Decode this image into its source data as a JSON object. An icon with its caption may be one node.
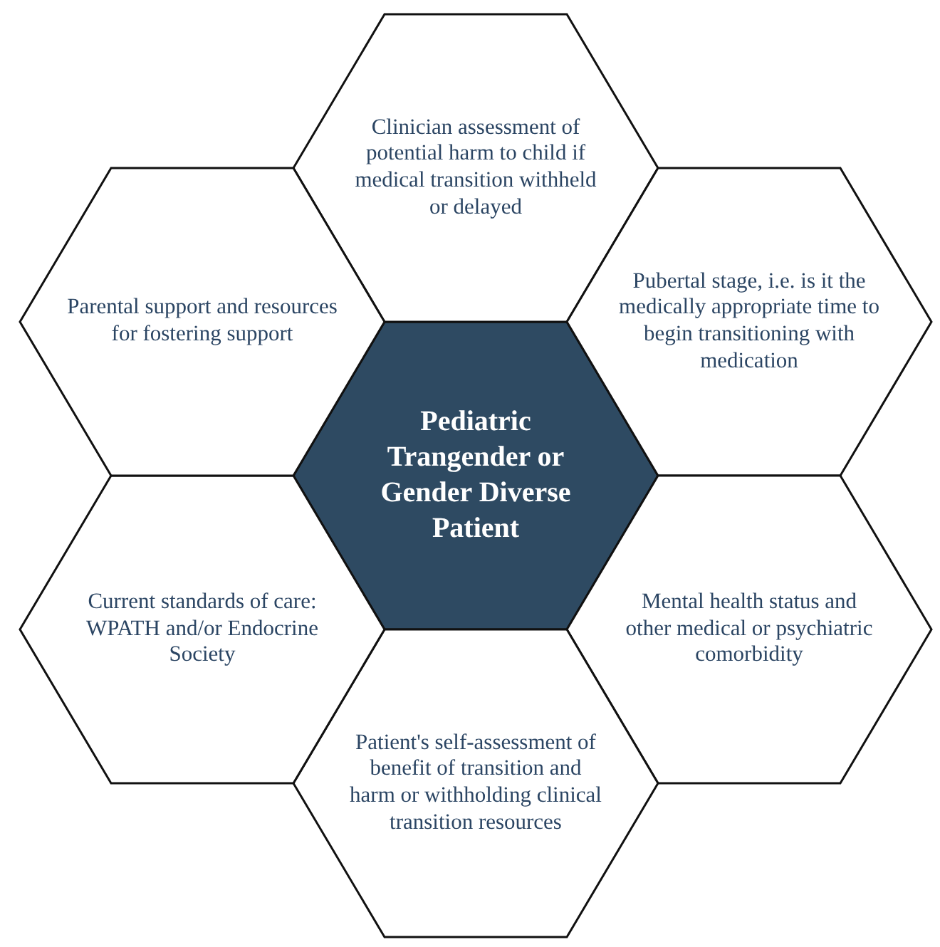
{
  "diagram": {
    "nodes": [
      {
        "text": [
          "Pediatric Trangender or Gender Diverse Patient"
        ]
      },
      {
        "text": [
          "Clinician assessment of potential harm to child if medical transition withheld or delayed"
        ]
      },
      {
        "text": [
          "Pubertal stage, i.e. is it the medically appropriate time to begin transitioning with medication"
        ]
      },
      {
        "text": [
          "Mental health status and other medical or psychiatric comorbidity"
        ]
      },
      {
        "text": [
          "Patient's self-assessment of benefit of transition and harm or withholding clinical transition resources"
        ]
      },
      {
        "text": [
          "Current standards of care: WPATH and/or Endocrine Society"
        ]
      },
      {
        "text": [
          "Parental support and resources for fostering support"
        ]
      }
    ]
  }
}
